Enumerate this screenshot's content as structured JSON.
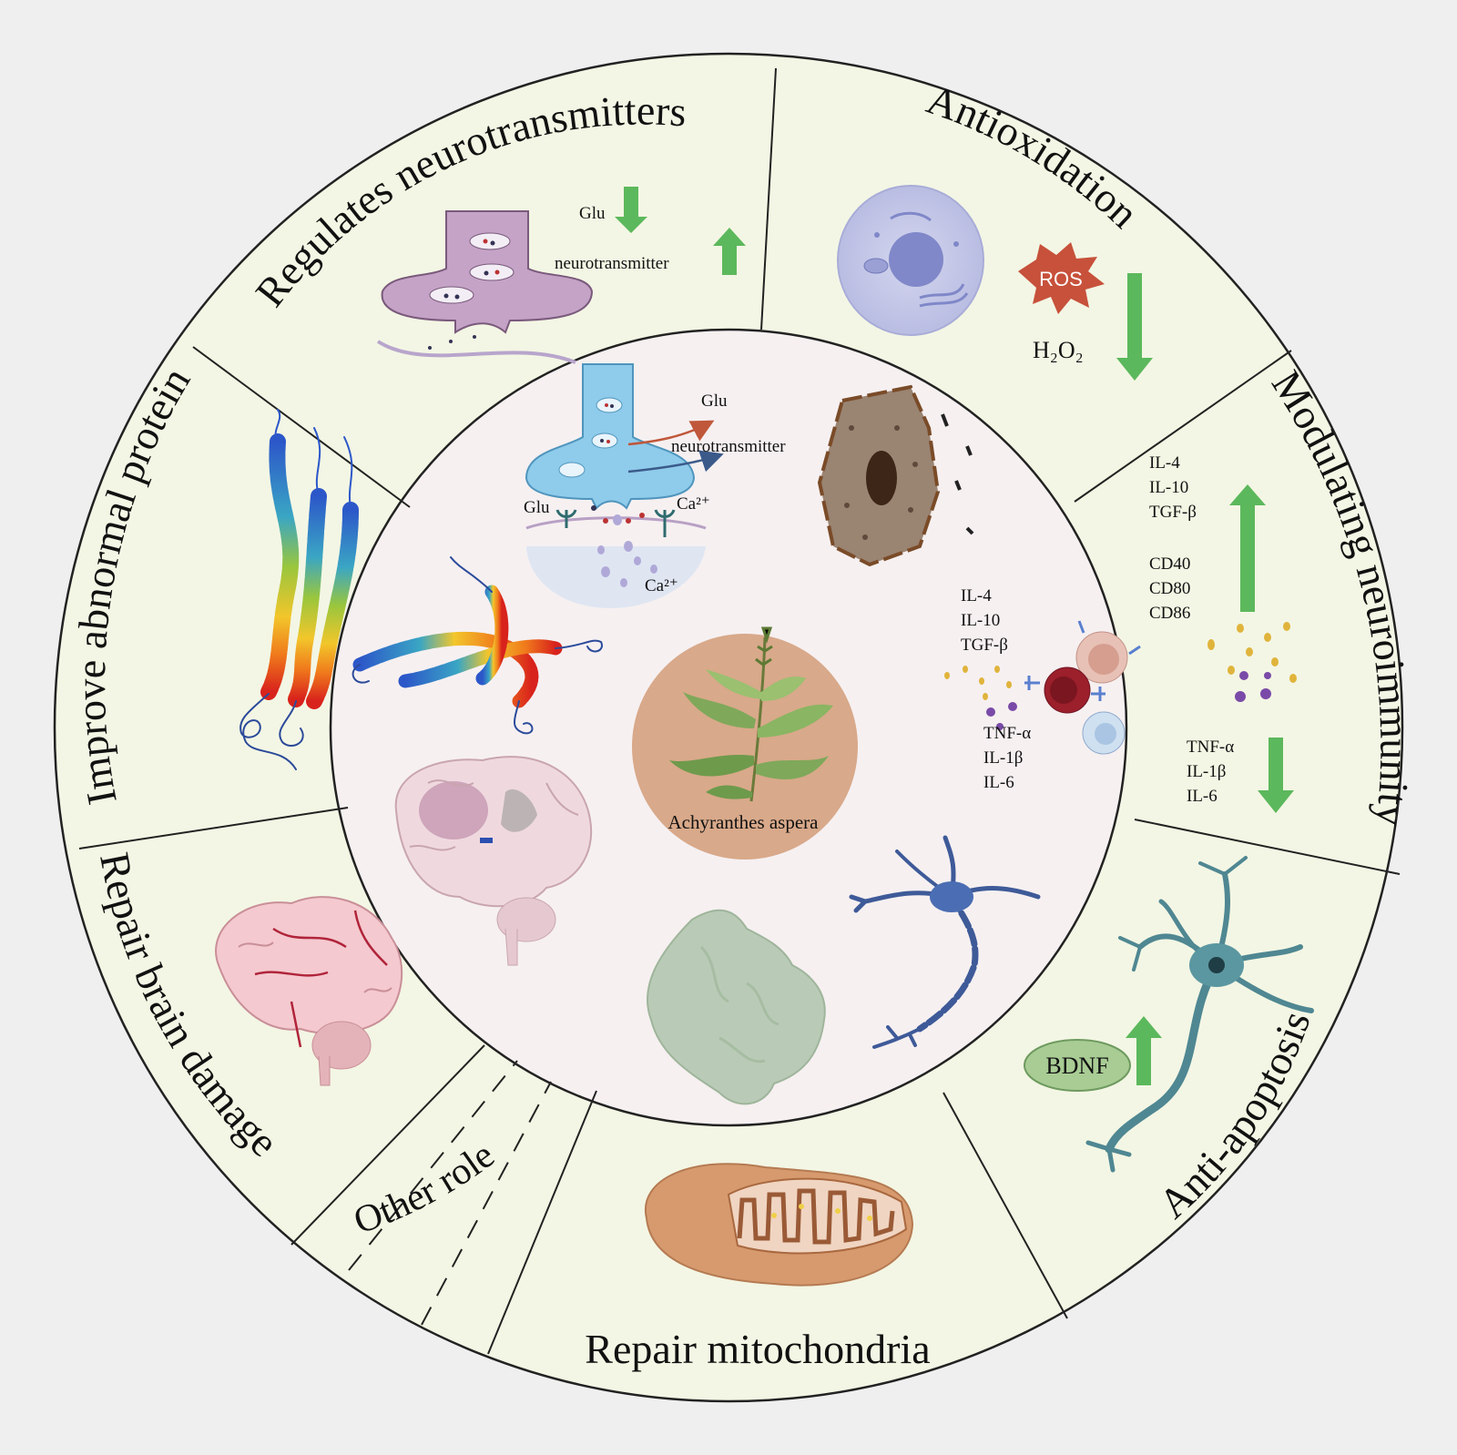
{
  "center": {
    "label": "Achyranthes aspera"
  },
  "segments": {
    "neurotransmitters": {
      "title": "Regulates neurotransmitters",
      "glu": "Glu",
      "neurotransmitter": "neurotransmitter"
    },
    "antioxidation": {
      "title": "Antioxidation",
      "ros": "ROS",
      "h2o2": "H₂O₂"
    },
    "neuroimmunity": {
      "title": "Modulating neuroimmunity",
      "up": [
        "IL-4",
        "IL-10",
        "TGF-β"
      ],
      "markers": [
        "CD40",
        "CD80",
        "CD86"
      ],
      "down": [
        "TNF-α",
        "IL-1β",
        "IL-6"
      ]
    },
    "apoptosis": {
      "title": "Anti-apoptosis",
      "bdnf": "BDNF"
    },
    "mitochondria": {
      "title": "Repair mitochondria"
    },
    "other": {
      "title": "Other role"
    },
    "brain": {
      "title": "Repair brain damage"
    },
    "protein": {
      "title": "Improve abnormal protein"
    }
  },
  "inner": {
    "glu_arrow": "Glu",
    "neurotransmitter_arrow": "neurotransmitter",
    "glu_receptor": "Glu",
    "ca_receptor": "Ca²⁺",
    "ca_post": "Ca²⁺",
    "anti": [
      "IL-4",
      "IL-10",
      "TGF-β"
    ],
    "pro": [
      "TNF-α",
      "IL-1β",
      "IL-6"
    ]
  },
  "colors": {
    "ring_fill": "#f3f6e4",
    "inner_fill": "#f6f0f1",
    "arrow_green": "#5cb85c",
    "plant_bg": "#d8a98a"
  }
}
